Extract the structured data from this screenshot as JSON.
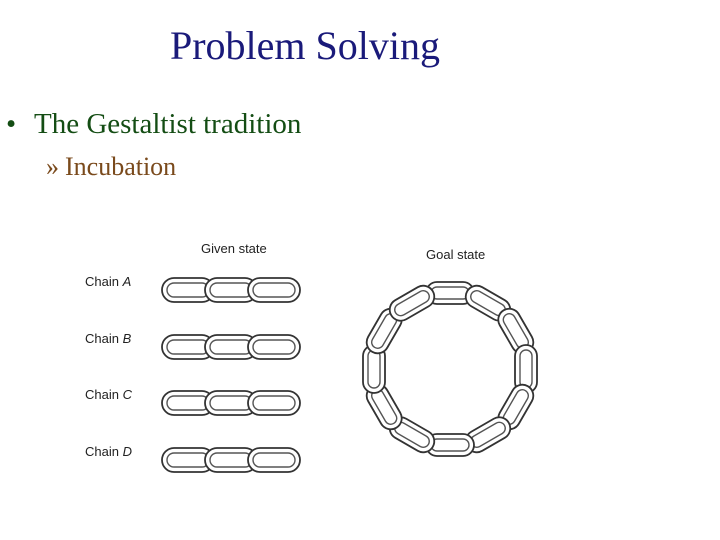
{
  "slide": {
    "title": "Problem Solving",
    "bullet": "The Gestaltist tradition",
    "bullet_marker": "•",
    "sub_bullet": "Incubation",
    "sub_marker": "»"
  },
  "figure": {
    "given_label": "Given state",
    "goal_label": "Goal state",
    "chain_word": "Chain",
    "chains": [
      {
        "letter": "A"
      },
      {
        "letter": "B"
      },
      {
        "letter": "C"
      },
      {
        "letter": "D"
      }
    ],
    "links_per_chain": 3,
    "ring_links": 12
  }
}
